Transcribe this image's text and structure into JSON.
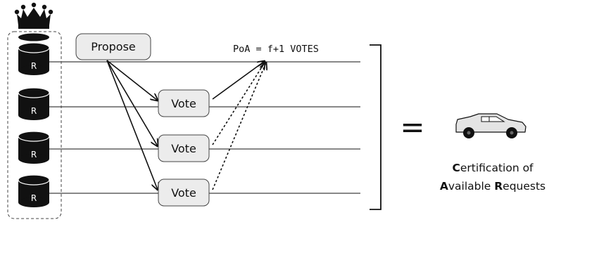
{
  "diagram": {
    "proposer_badge_icon": "crown-icon",
    "replica_icon": "database-cylinder-icon",
    "replicas": [
      {
        "label": "R"
      },
      {
        "label": "R"
      },
      {
        "label": "R"
      },
      {
        "label": "R"
      }
    ],
    "propose_label": "Propose",
    "vote_label": "Vote",
    "poa_label": "PoA = f+1 VOTES",
    "equals_symbol": "=",
    "vehicle_icon": "car-icon",
    "caption": {
      "line1": {
        "lead": "C",
        "rest": "ertification of"
      },
      "line2": {
        "lead1": "A",
        "mid": "vailable ",
        "lead2": "R",
        "rest": "equests"
      }
    },
    "colors": {
      "stroke": "#111111",
      "box_fill": "#ececec",
      "box_stroke": "#444444",
      "car_fill": "#e4e4e4"
    }
  }
}
